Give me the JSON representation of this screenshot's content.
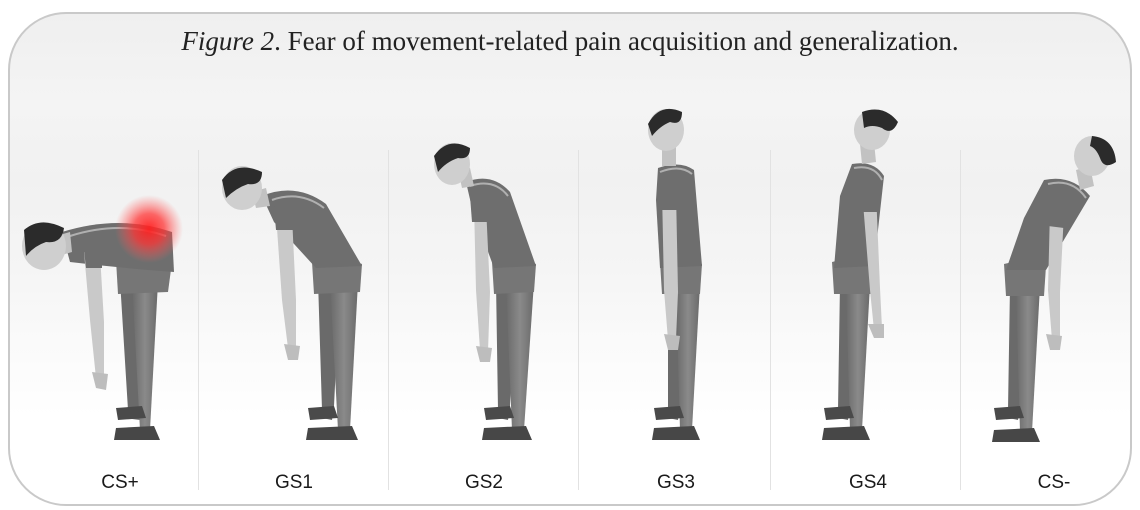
{
  "caption": {
    "figure_label": "Figure 2",
    "text": ". Fear of movement-related pain acquisition and generalization."
  },
  "stimuli": [
    {
      "label": "CS+",
      "pain_marker": true
    },
    {
      "label": "GS1",
      "pain_marker": false
    },
    {
      "label": "GS2",
      "pain_marker": false
    },
    {
      "label": "GS3",
      "pain_marker": false
    },
    {
      "label": "GS4",
      "pain_marker": false
    },
    {
      "label": "CS-",
      "pain_marker": false
    }
  ],
  "colors": {
    "shirt": "#6e6e6e",
    "jeans": "#7b7b7b",
    "skin": "#cfcfcf",
    "hair": "#2b2b2b",
    "shoe": "#4a4a4a",
    "pain": "#ff2a2a"
  }
}
